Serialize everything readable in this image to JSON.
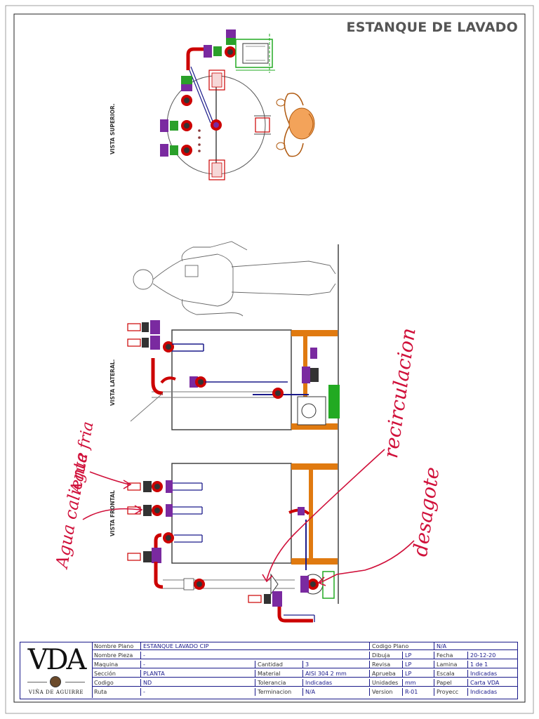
{
  "sheet": {
    "title": "ESTANQUE DE LAVADO"
  },
  "views": {
    "top": "VISTA SUPERIOR.",
    "side": "VISTA LATERAL.",
    "front": "VISTA FRONTAL"
  },
  "annotations": {
    "agua_caliente": "Agua caliente",
    "agua_fria": "Agua fria",
    "recirculacion": "recirculacion",
    "desagote": "desagote"
  },
  "colors": {
    "frame": "#1a1a8a",
    "pipe": "#1a1a8a",
    "flange": "#cc0000",
    "valve": "#7a2aa0",
    "motor": "#22aa22",
    "support": "#e07a10",
    "annotation": "#d0103a"
  },
  "title_block": {
    "logo": {
      "text": "VDA",
      "subtitle": "VIÑA DE AGUIRRE"
    },
    "rows": [
      {
        "label": "Nombre Plano",
        "value": "ESTANQUE LAVADO CIP"
      },
      {
        "label": "Nombre Pieza",
        "value": "-"
      },
      {
        "label": "Maquina",
        "value": "-"
      },
      {
        "label": "Sección",
        "value": "PLANTA"
      },
      {
        "label": "Codigo",
        "value": "ND"
      },
      {
        "label": "Ruta",
        "value": "-"
      }
    ],
    "mid": [
      {
        "label": "",
        "value": ""
      },
      {
        "label": "",
        "value": ""
      },
      {
        "label": "Cantidad",
        "value": "3"
      },
      {
        "label": "Material",
        "value": "AISI 304 2 mm"
      },
      {
        "label": "Tolerancia",
        "value": "Indicadas"
      },
      {
        "label": "Terminacion",
        "value": "N/A"
      }
    ],
    "right_a": [
      {
        "label": "Codigo Plano",
        "value": "N/A"
      },
      {
        "label": "Dibuja",
        "value": "LP"
      },
      {
        "label": "Revisa",
        "value": "LP"
      },
      {
        "label": "Aprueba",
        "value": "LP"
      },
      {
        "label": "Unidades",
        "value": "mm"
      },
      {
        "label": "Version",
        "value": "R-01"
      }
    ],
    "right_b": [
      {
        "label": "",
        "value": ""
      },
      {
        "label": "Fecha",
        "value": "20-12-20"
      },
      {
        "label": "Lamina",
        "value": "1   de   1"
      },
      {
        "label": "Escala",
        "value": "Indicadas"
      },
      {
        "label": "Papel",
        "value": "Carta VDA"
      },
      {
        "label": "Proyecc",
        "value": "Indicadas"
      }
    ]
  }
}
